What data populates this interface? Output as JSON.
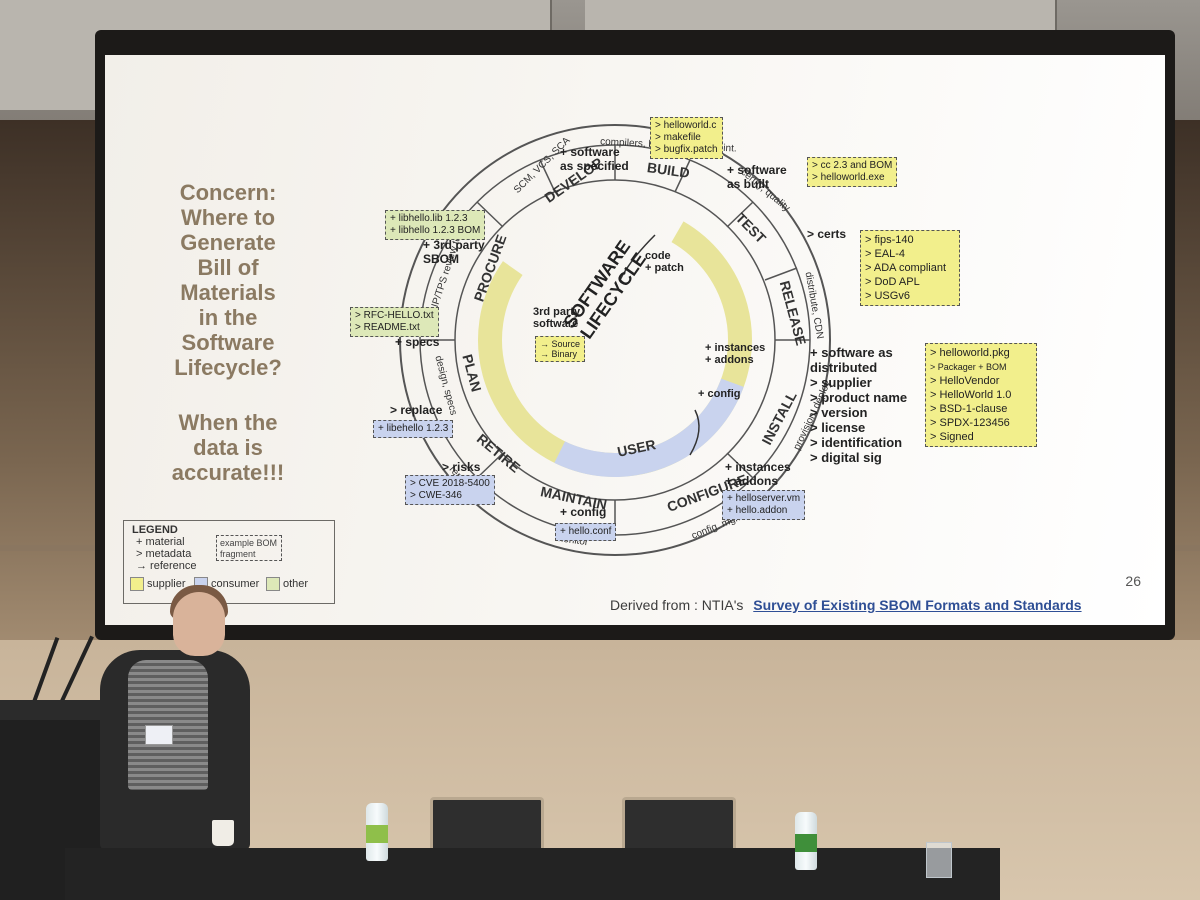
{
  "slide": {
    "concern": {
      "lines": [
        "Concern:",
        "Where to",
        "Generate",
        "Bill of",
        "Materials",
        "in the",
        "Software",
        "Lifecycle?"
      ],
      "lines2": [
        "When the",
        "data is",
        "accurate!!!"
      ]
    },
    "center_title": [
      "SOFTWARE",
      "LIFECYCLE"
    ],
    "phases": {
      "develop": "DEVELOP",
      "build": "BUILD",
      "test": "TEST",
      "release": "RELEASE",
      "install": "INSTALL",
      "configure": "CONFIGURE",
      "maintain": "MAINTAIN",
      "retire": "RETIRE",
      "plan": "PLAN",
      "procure": "PROCURE",
      "user": "USER"
    },
    "ring_notes": {
      "scm": "SCM, VCS, SCA",
      "compilers": "compilers, build tools, cont. int.",
      "certify": "certify, quality",
      "distribute": "distribute, CDN",
      "provision": "provision, deploy",
      "config_mgmt": "config. mgmt.",
      "monitor": "monitor",
      "remove": "remove",
      "design": "design, specs",
      "review": "IP/TPS review tools"
    },
    "inner_notes": {
      "code_patch": [
        "code",
        "+ patch"
      ],
      "third_party": [
        "3rd party",
        "software"
      ],
      "instances": [
        "+ instances",
        "+ addons"
      ],
      "config": "+ config"
    },
    "inner_box": [
      "→ Source",
      "→ Binary"
    ],
    "notes": {
      "software_specified": [
        "+ software",
        "as specified"
      ],
      "software_built": [
        "+ software",
        "as built"
      ],
      "certs": "> certs",
      "third_party_sbom": [
        "+ 3rd party",
        "SBOM"
      ],
      "specs": "+ specs",
      "replace": "> replace",
      "risks": "> risks",
      "config": "+ config",
      "instances": [
        "+ instances",
        "+ addons"
      ],
      "distributed": [
        "+ software as",
        "distributed",
        "> supplier",
        "> product name",
        "> version",
        "> license",
        "> identification",
        "> digital sig"
      ]
    },
    "boxes": {
      "hello_source": [
        "> helloworld.c",
        "> makefile",
        "> bugfix.patch"
      ],
      "built": [
        "> cc 2.3 and BOM",
        "> helloworld.exe"
      ],
      "certs": [
        "> fips-140",
        "> EAL-4",
        "> ADA compliant",
        "> DoD APL",
        "> USGv6"
      ],
      "libhello": [
        "+ libhello.lib 1.2.3",
        "+ libhello 1.2.3 BOM"
      ],
      "rfc": [
        "> RFC-HELLO.txt",
        "> README.txt"
      ],
      "replace": [
        "+ libehello 1.2.3"
      ],
      "risks": [
        "> CVE 2018-5400",
        "> CWE-346"
      ],
      "config": [
        "+ hello.conf"
      ],
      "instances": [
        "+ helloserver.vm",
        "+ hello.addon"
      ],
      "distributed": [
        "> helloworld.pkg",
        "> Packager + BOM",
        "> HelloVendor",
        "> HelloWorld 1.0",
        "> BSD-1-clause",
        "> SPDX-123456",
        "> Signed"
      ]
    },
    "legend": {
      "title": "LEGEND",
      "material": "+ material",
      "metadata": "> metadata",
      "reference": "→ reference",
      "fragment": [
        "example BOM",
        "fragment"
      ],
      "supplier": "supplier",
      "consumer": "consumer",
      "other": "other"
    },
    "slide_number": "26",
    "credit_prefix": "Derived from : NTIA's",
    "credit_link": "Survey of Existing SBOM Formats and Standards"
  },
  "colors": {
    "supplier": "#f2ef8c",
    "consumer": "#c9d3ee",
    "other": "#dde8b8",
    "concern_text": "#8b7a62",
    "link": "#2f4f95"
  }
}
